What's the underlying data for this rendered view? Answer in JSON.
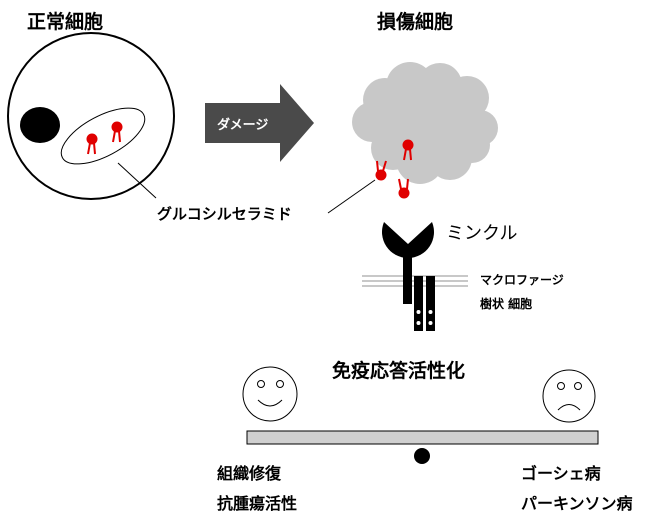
{
  "labels": {
    "normal_cell": "正常細胞",
    "damaged_cell": "損傷細胞",
    "damage": "ダメージ",
    "glucosylceramide": "グルコシルセラミド",
    "mincle": "ミンクル",
    "macrophage": "マクロファージ",
    "dendritic_cell": "樹状 細胞",
    "immune_activation": "免疫応答活性化",
    "left_line1": "組織修復",
    "left_line2": "抗腫瘍活性",
    "right_line1": "ゴーシェ病",
    "right_line2": "パーキンソン病"
  },
  "colors": {
    "lipid_red": "#e00000",
    "cloud_gray": "#c8c8c8",
    "arrow_dark": "#4a4a4a",
    "beam_gray": "#d0d0d0",
    "membrane_gray": "#b5b5b5"
  },
  "icons": [
    "smiley-face-icon",
    "frowning-face-icon",
    "glucosylceramide-icon",
    "mincle-receptor-icon",
    "fcr-gamma-icon",
    "seesaw-icon"
  ]
}
